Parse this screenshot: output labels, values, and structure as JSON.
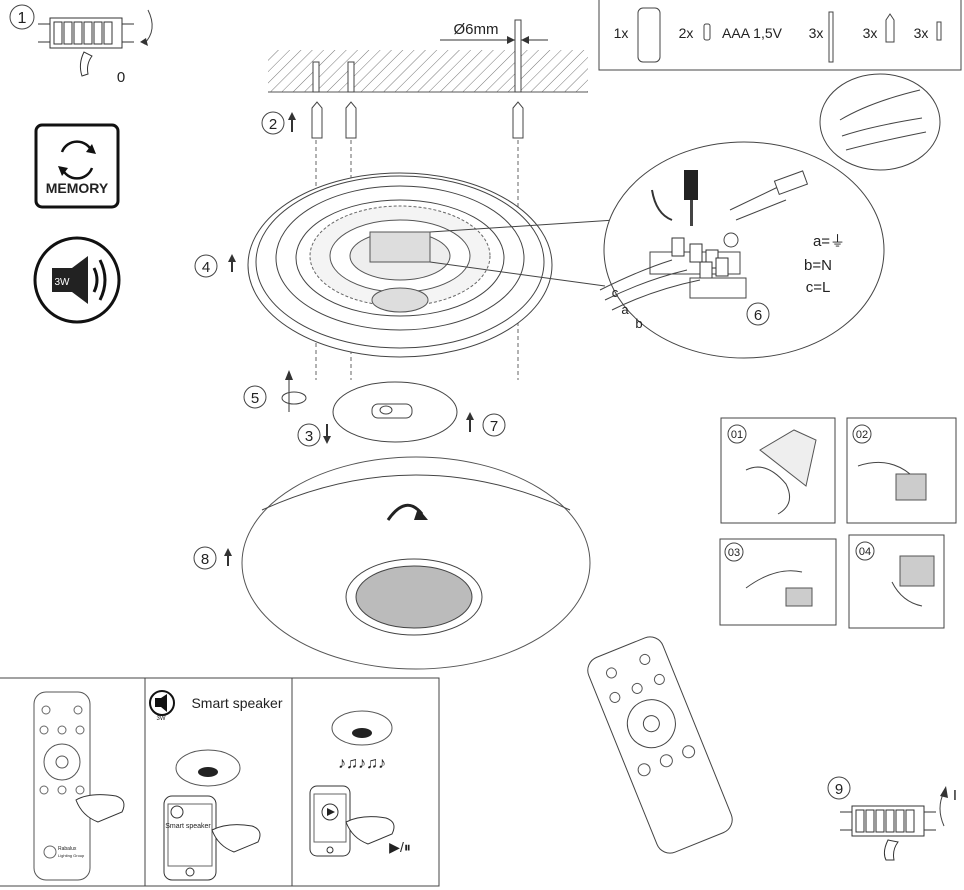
{
  "steps": {
    "s1": "1",
    "s1_value": "0",
    "s2": "2",
    "s3": "3",
    "s4": "4",
    "s5": "5",
    "s6": "6",
    "s7": "7",
    "s8": "8",
    "s9": "9",
    "s9_value": "I"
  },
  "badges": {
    "memory": "MEMORY",
    "power": "3W"
  },
  "drill": {
    "diameter": "Ø6mm"
  },
  "parts": [
    {
      "qty": "1x",
      "label": ""
    },
    {
      "qty": "2x",
      "label": "AAA 1,5V"
    },
    {
      "qty": "3x",
      "label": ""
    },
    {
      "qty": "3x",
      "label": ""
    },
    {
      "qty": "3x",
      "label": ""
    }
  ],
  "wiring": {
    "legend": [
      "a=⏚",
      "b=N",
      "c=L"
    ],
    "wires": [
      "c",
      "a",
      "b"
    ]
  },
  "battery_steps": [
    "01",
    "02",
    "03",
    "04"
  ],
  "speaker": {
    "badge": "3W",
    "title": "Smart speaker",
    "phone_label": "Smart speaker",
    "play_pause": "▶/⏸"
  },
  "remote": {
    "brand_line1": "Rabalux",
    "brand_line2": "Lighting Group"
  },
  "music_notes": "♪♫♪♫♪"
}
